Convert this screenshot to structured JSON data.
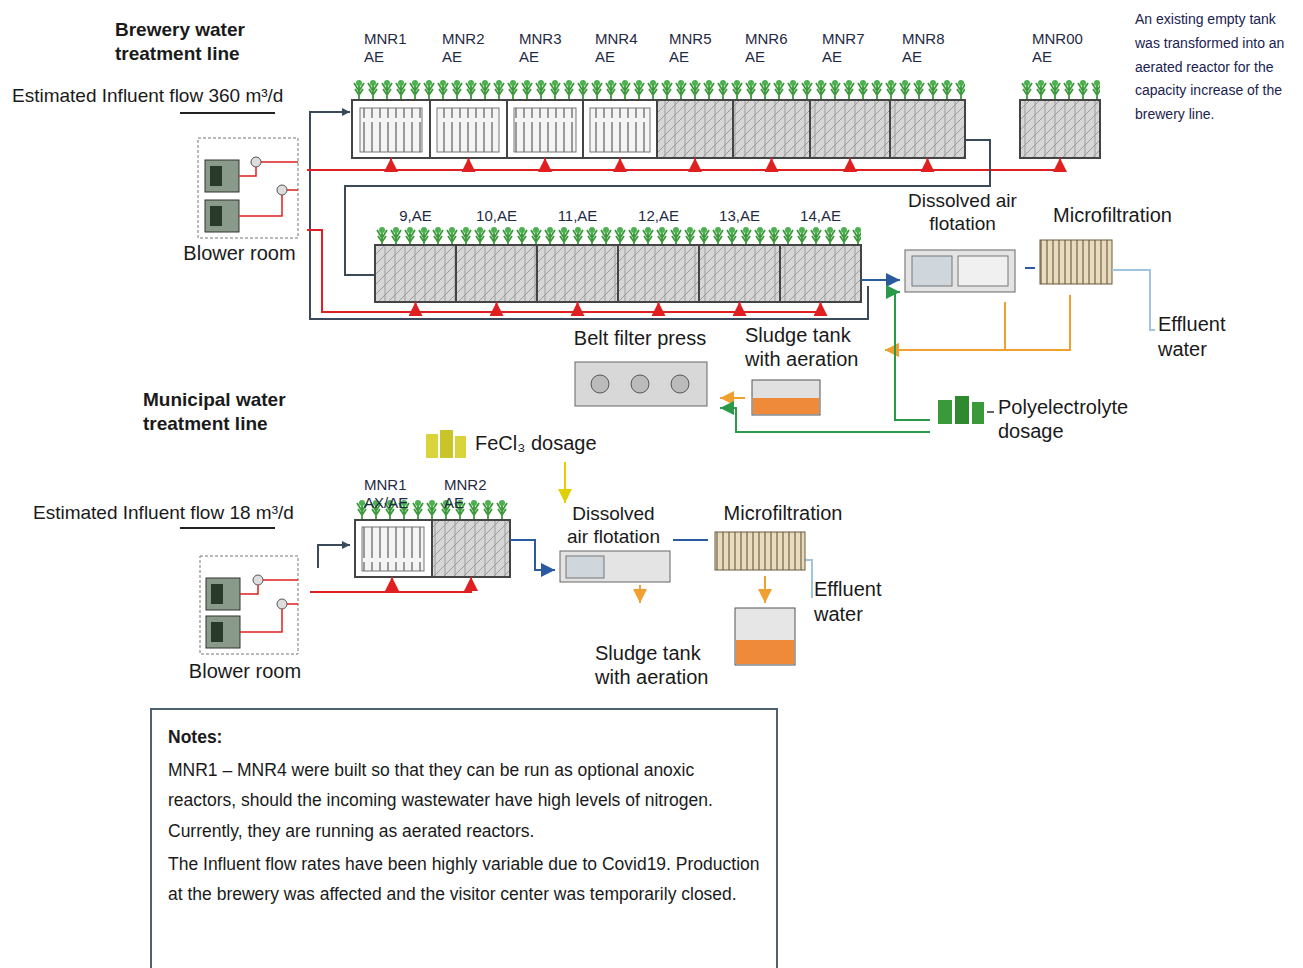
{
  "diagram": {
    "nodes": [
      {
        "text": [
          "Blower room"
        ]
      },
      {
        "text": [
          "MNR1 AE"
        ]
      },
      {
        "text": [
          "MNR2 AE"
        ]
      },
      {
        "text": [
          "MNR3 AE"
        ]
      },
      {
        "text": [
          "MNR4 AE"
        ]
      },
      {
        "text": [
          "MNR5 AE"
        ]
      },
      {
        "text": [
          "MNR6 AE"
        ]
      },
      {
        "text": [
          "MNR7 AE"
        ]
      },
      {
        "text": [
          "MNR8 AE"
        ]
      },
      {
        "text": [
          "MNR00 AE"
        ]
      },
      {
        "text": [
          "9,AE"
        ]
      },
      {
        "text": [
          "10,AE"
        ]
      },
      {
        "text": [
          "11,AE"
        ]
      },
      {
        "text": [
          "12,AE"
        ]
      },
      {
        "text": [
          "13,AE"
        ]
      },
      {
        "text": [
          "14,AE"
        ]
      },
      {
        "text": [
          "Dissolved air flotation"
        ]
      },
      {
        "text": [
          "Microfiltration"
        ]
      },
      {
        "text": [
          "Sludge tank with aeration"
        ]
      },
      {
        "text": [
          "Belt filter press"
        ]
      },
      {
        "text": [
          "Polyelectrolyte dosage"
        ]
      },
      {
        "text": [
          "Blower room"
        ]
      },
      {
        "text": [
          "MNR1 AX/AE"
        ]
      },
      {
        "text": [
          "MNR2 AE"
        ]
      },
      {
        "text": [
          "FeCl₃ dosage"
        ]
      },
      {
        "text": [
          "Dissolved air flotation"
        ]
      },
      {
        "text": [
          "Microfiltration"
        ]
      },
      {
        "text": [
          "Sludge tank with aeration"
        ]
      },
      {
        "text": [
          "Notes:",
          "MNR1 – MNR4 were built so that they can be run as optional anoxic reactors, should the incoming wastewater have high levels of nitrogen. Currently, they are running as aerated reactors.",
          "The Influent flow rates have been highly variable due to Covid19. Production at the brewery was affected and the visitor center was temporarily closed."
        ]
      }
    ],
    "edges": [
      {
        "from": 0,
        "to": 1,
        "arrow": "to"
      },
      {
        "from": 0,
        "to": 2,
        "arrow": "to"
      },
      {
        "from": 0,
        "to": 3,
        "arrow": "to"
      },
      {
        "from": 0,
        "to": 4,
        "arrow": "to"
      },
      {
        "from": 0,
        "to": 5,
        "arrow": "to"
      },
      {
        "from": 0,
        "to": 6,
        "arrow": "to"
      },
      {
        "from": 0,
        "to": 7,
        "arrow": "to"
      },
      {
        "from": 0,
        "to": 8,
        "arrow": "to"
      },
      {
        "from": 0,
        "to": 9,
        "arrow": "to"
      },
      {
        "from": 0,
        "to": 10,
        "arrow": "to"
      },
      {
        "from": 0,
        "to": 11,
        "arrow": "to"
      },
      {
        "from": 0,
        "to": 12,
        "arrow": "to"
      },
      {
        "from": 0,
        "to": 13,
        "arrow": "to"
      },
      {
        "from": 0,
        "to": 14,
        "arrow": "to"
      },
      {
        "from": 0,
        "to": 15,
        "arrow": "to"
      },
      {
        "from": 8,
        "to": 10,
        "arrow": "none"
      },
      {
        "from": 15,
        "to": 16,
        "arrow": "to"
      },
      {
        "from": 16,
        "to": 17,
        "arrow": "none"
      },
      {
        "from": 16,
        "to": 18,
        "arrow": "to"
      },
      {
        "from": 17,
        "to": 18,
        "arrow": "to"
      },
      {
        "from": 18,
        "to": 19,
        "arrow": "to"
      },
      {
        "from": 20,
        "to": 16,
        "arrow": "to"
      },
      {
        "from": 20,
        "to": 19,
        "arrow": "to"
      },
      {
        "from": 21,
        "to": 22,
        "arrow": "to"
      },
      {
        "from": 21,
        "to": 23,
        "arrow": "to"
      },
      {
        "from": 23,
        "to": 25,
        "arrow": "to"
      },
      {
        "from": 24,
        "to": 25,
        "arrow": "to"
      },
      {
        "from": 25,
        "to": 26,
        "arrow": "none"
      },
      {
        "from": 25,
        "to": 27,
        "arrow": "to"
      },
      {
        "from": 26,
        "to": 27,
        "arrow": "to"
      }
    ],
    "labels": [
      "Brewery water treatment line",
      "Estimated Influent flow 360 m³/d",
      "An existing empty tank was transformed into an aerated reactor for the capacity increase of the brewery line.",
      "Effluent water",
      "Municipal water treatment line",
      "Estimated Influent flow 18 m³/d",
      "Effluent water"
    ]
  }
}
